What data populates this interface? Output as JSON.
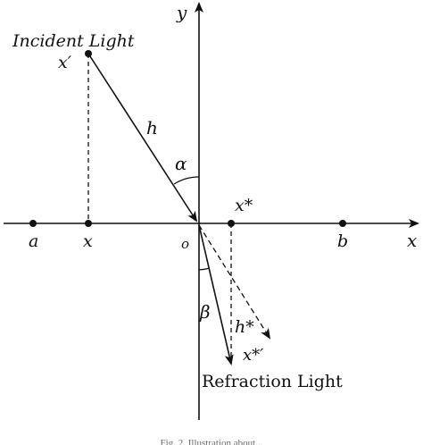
{
  "labels": {
    "incident_light": "Incident Light",
    "refraction_light": "Refraction Light",
    "x_prime": "x′",
    "y_axis": "y",
    "x_axis": "x",
    "h": "h",
    "alpha": "α",
    "beta": "β",
    "x_star": "x*",
    "h_star": "h*",
    "x_star_prime": "x*′",
    "origin": "o",
    "point_a": "a",
    "point_x": "x",
    "point_b": "b"
  },
  "caption": "Fig. 2. Illustration about..."
}
